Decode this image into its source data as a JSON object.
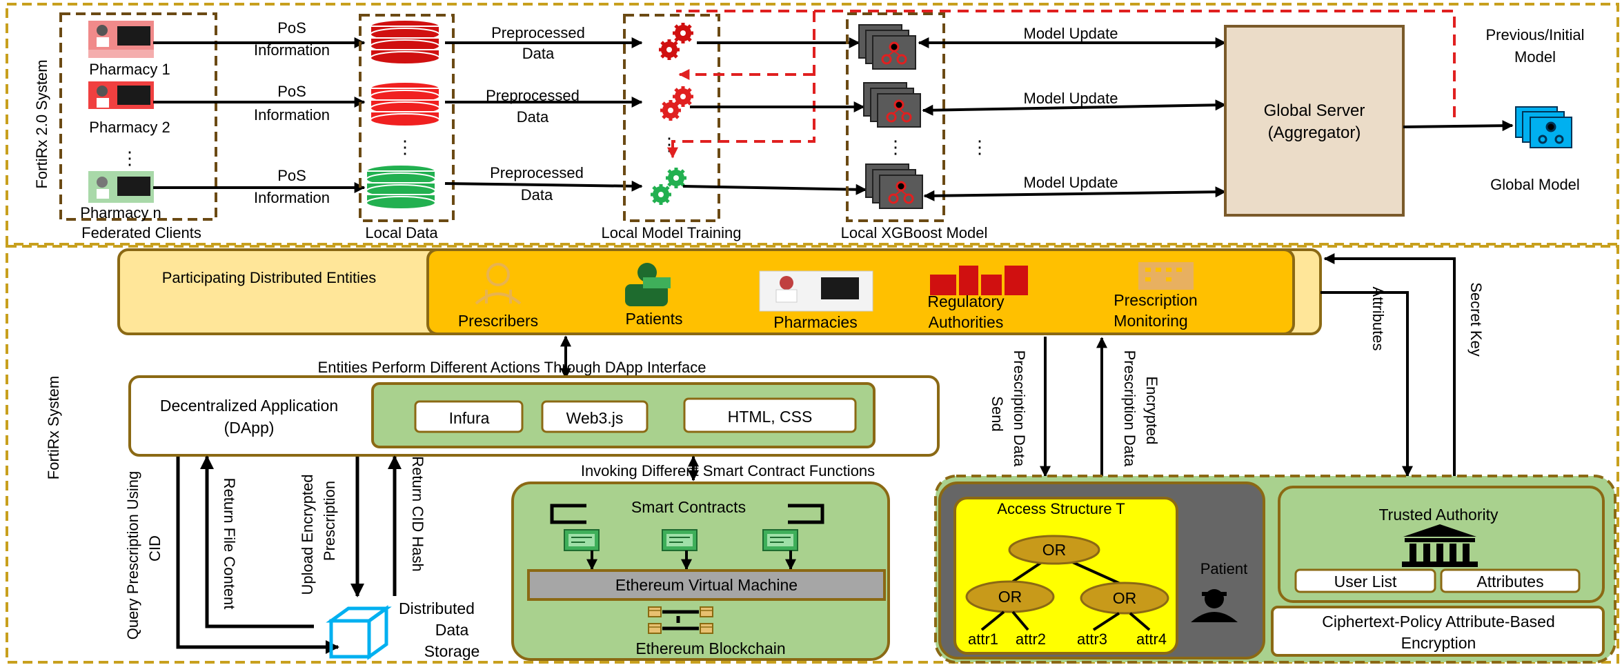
{
  "sections": {
    "top": "FortiRx 2.0 System",
    "bottom": "FortiRx System"
  },
  "federated": {
    "pharmacies": [
      "Pharmacy 1",
      "Pharmacy 2",
      "Pharmacy n"
    ],
    "group_label": "Federated Clients",
    "pos_label_line1": "PoS",
    "pos_label_line2": "Information",
    "local_data_label": "Local Data",
    "preprocessed_line1": "Preprocessed",
    "preprocessed_line2": "Data",
    "training_label": "Local Model Training",
    "xgboost_label": "Local XGBoost Model",
    "model_update": "Model Update",
    "ellipsis": "⋮",
    "server_line1": "Global Server",
    "server_line2": "(Aggregator)",
    "previous_line1": "Previous/Initial",
    "previous_line2": "Model",
    "global_model": "Global Model"
  },
  "entities": {
    "title": "Participating Distributed Entities",
    "prescribers": "Prescribers",
    "patients": "Patients",
    "pharmacies": "Pharmacies",
    "regulatory_line1": "Regulatory",
    "regulatory_line2": "Authorities",
    "monitoring_line1": "Prescription",
    "monitoring_line2": "Monitoring"
  },
  "dapp": {
    "actions_label": "Entities Perform Different Actions Through DApp Interface",
    "name_line1": "Decentralized Application",
    "name_line2": "(DApp)",
    "infura": "Infura",
    "web3": "Web3.js",
    "html_css": "HTML, CSS",
    "invoking": "Invoking Different Smart Contract Functions"
  },
  "storage": {
    "query_line1": "Query Prescription Using",
    "query_line2": "CID",
    "return_file": "Return File Content",
    "upload_line1": "Upload Encrypted",
    "upload_line2": "Prescription",
    "return_cid": "Return CID Hash",
    "label_line1": "Distributed",
    "label_line2": "Data",
    "label_line3": "Storage"
  },
  "blockchain": {
    "smart_contracts": "Smart Contracts",
    "evm": "Ethereum Virtual Machine",
    "ethereum": "Ethereum Blockchain"
  },
  "abe": {
    "send_line1": "Send",
    "send_line2": "Prescription Data",
    "encrypted_line1": "Encrypted",
    "encrypted_line2": "Prescription Data",
    "attributes_arrow": "Attributes",
    "secret_key": "Secret Key",
    "access_structure": "Access Structure T",
    "or": "OR",
    "attr1": "attr1",
    "attr2": "attr2",
    "attr3": "attr3",
    "attr4": "attr4",
    "patient": "Patient",
    "trusted_authority": "Trusted Authority",
    "user_list": "User List",
    "attributes": "Attributes",
    "cpabe_line1": "Ciphertext-Policy Attribute-Based",
    "cpabe_line2": "Encryption"
  },
  "colors": {
    "frame_dashed": "#C8A01E",
    "brown": "#6B4A14",
    "amber": "#FFC000",
    "light_yellow": "#FFE699",
    "green_fill": "#A9D18E",
    "green_dark": "#2E7D32",
    "red": "#E02020",
    "server_fill": "#EBDCC8",
    "server_border": "#7A5A2A",
    "yellow_box": "#FFFF00",
    "or_fill": "#C89A1A",
    "evm_gray": "#A6A6A6",
    "cyan": "#00B0F0"
  }
}
